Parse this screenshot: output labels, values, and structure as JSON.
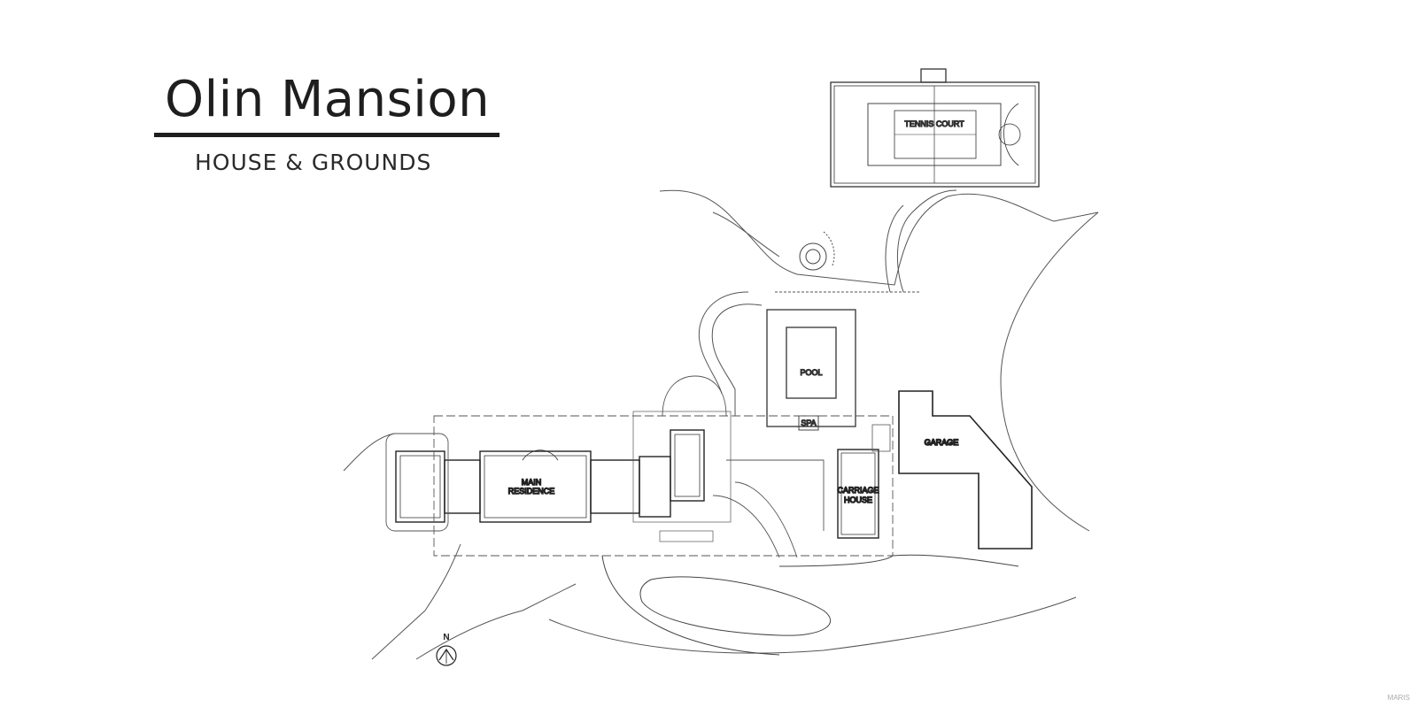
{
  "header": {
    "title": "Olin Mansion",
    "subtitle": "HOUSE & GROUNDS"
  },
  "labels": {
    "tennis_court": "TENNIS COURT",
    "pool": "POOL",
    "spa": "SPA",
    "garage": "GARAGE",
    "carriage_house_1": "CARRIAGE",
    "carriage_house_2": "HOUSE",
    "main_residence_1": "MAIN",
    "main_residence_2": "RESIDENCE",
    "north": "N"
  },
  "watermark": "MARIS",
  "colors": {
    "ink": "#1e1e1e",
    "line": "#444444",
    "light": "#888888"
  }
}
